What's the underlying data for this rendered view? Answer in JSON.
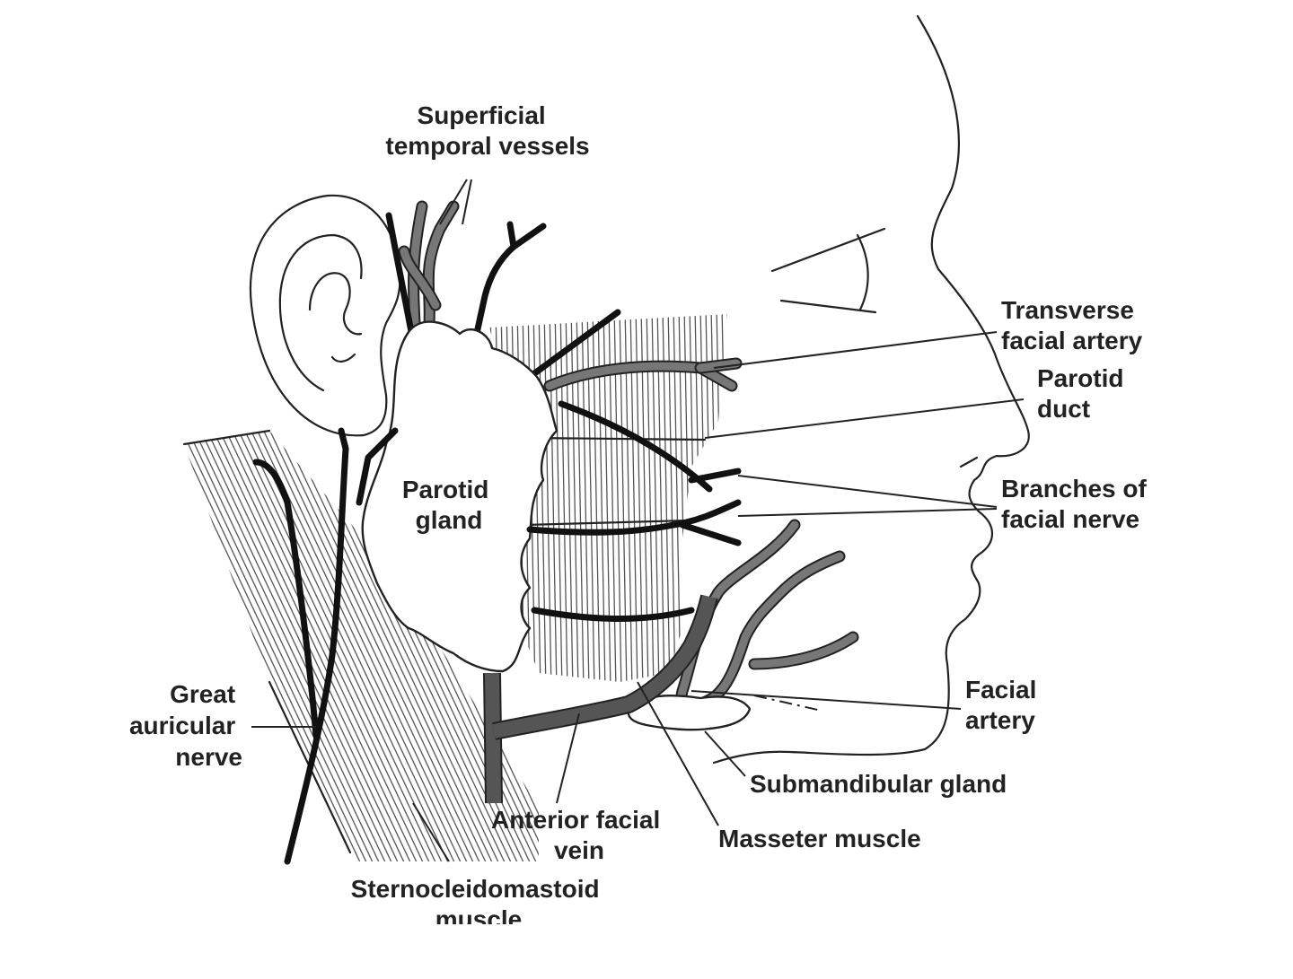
{
  "labels": {
    "superficial_temporal_vessels": [
      "Superficial",
      "temporal vessels"
    ],
    "transverse_facial_artery": [
      "Transverse",
      "facial artery"
    ],
    "parotid_duct": [
      "Parotid",
      "duct"
    ],
    "branches_of_facial_nerve": [
      "Branches of",
      "facial nerve"
    ],
    "parotid_gland": [
      "Parotid",
      "gland"
    ],
    "facial_artery": [
      "Facial",
      "artery"
    ],
    "great_auricular_nerve": [
      "Great",
      "auricular",
      "nerve"
    ],
    "submandibular_gland": [
      "Submandibular gland"
    ],
    "anterior_facial_vein": [
      "Anterior facial",
      "vein"
    ],
    "masseter_muscle": [
      "Masseter muscle"
    ],
    "sternocleidomastoid_muscle": [
      "Sternocleidomastoid",
      "muscle"
    ]
  }
}
